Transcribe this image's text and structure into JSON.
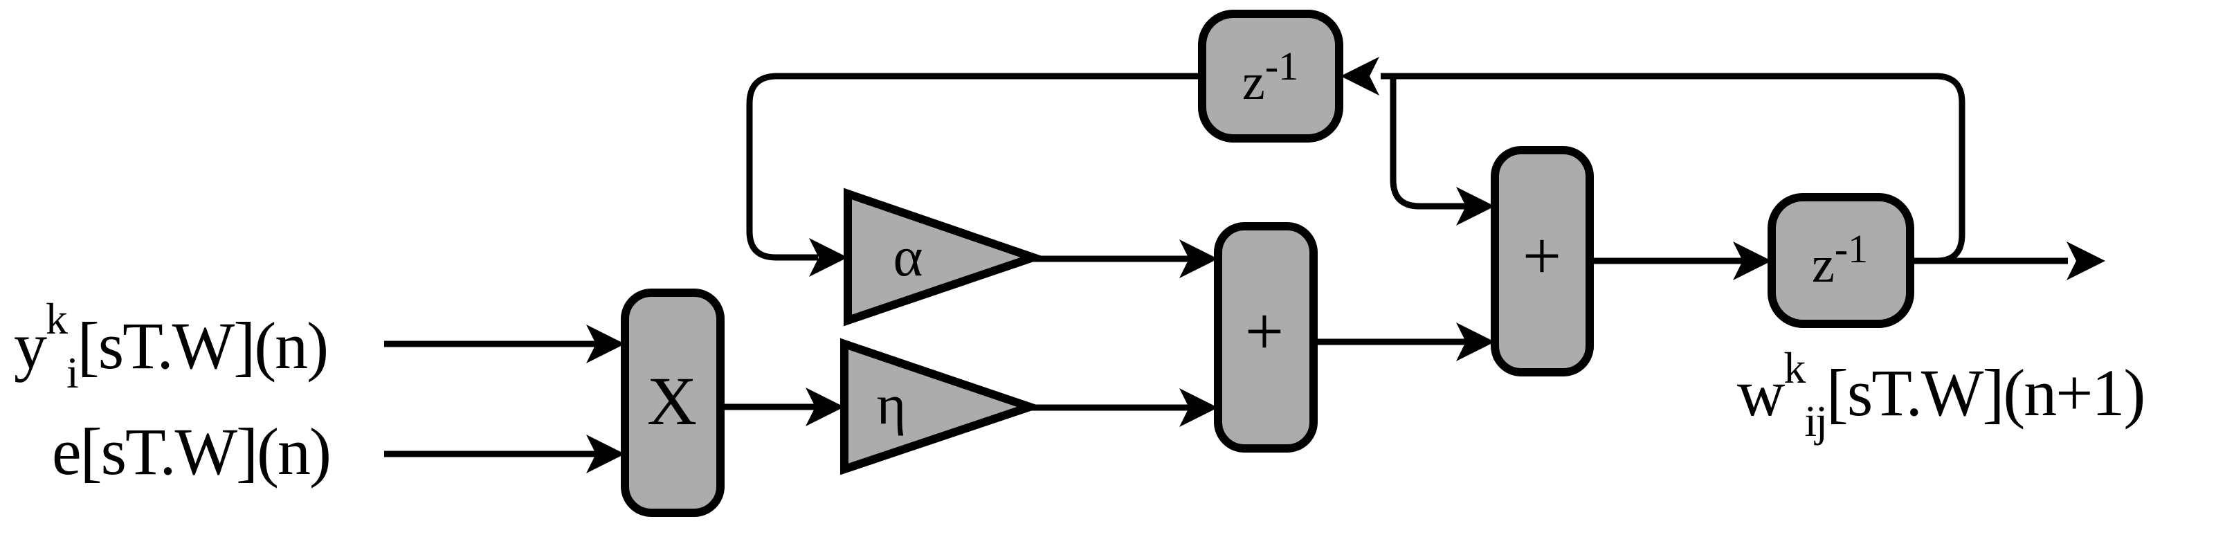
{
  "figure": {
    "type": "block-diagram",
    "colors": {
      "background": "#ffffff",
      "block_fill": "#acacac",
      "line": "#000000"
    },
    "inputs": {
      "y": {
        "base": "y",
        "sup": "k",
        "sub": "i",
        "rest": "[sT.W](n)"
      },
      "e": {
        "text": "e[sT.W](n)"
      }
    },
    "output": {
      "base": "w",
      "sup": "k",
      "sub": "ij",
      "rest": "[sT.W](n+1)"
    },
    "blocks": {
      "multiplier": {
        "label": "X"
      },
      "gain_alpha": {
        "label": "α"
      },
      "gain_eta": {
        "label": "η"
      },
      "adder_1": {
        "label": "+"
      },
      "adder_2": {
        "label": "+"
      },
      "delay_feedback": {
        "base": "z",
        "sup": "-1"
      },
      "delay_output": {
        "base": "z",
        "sup": "-1"
      }
    }
  }
}
